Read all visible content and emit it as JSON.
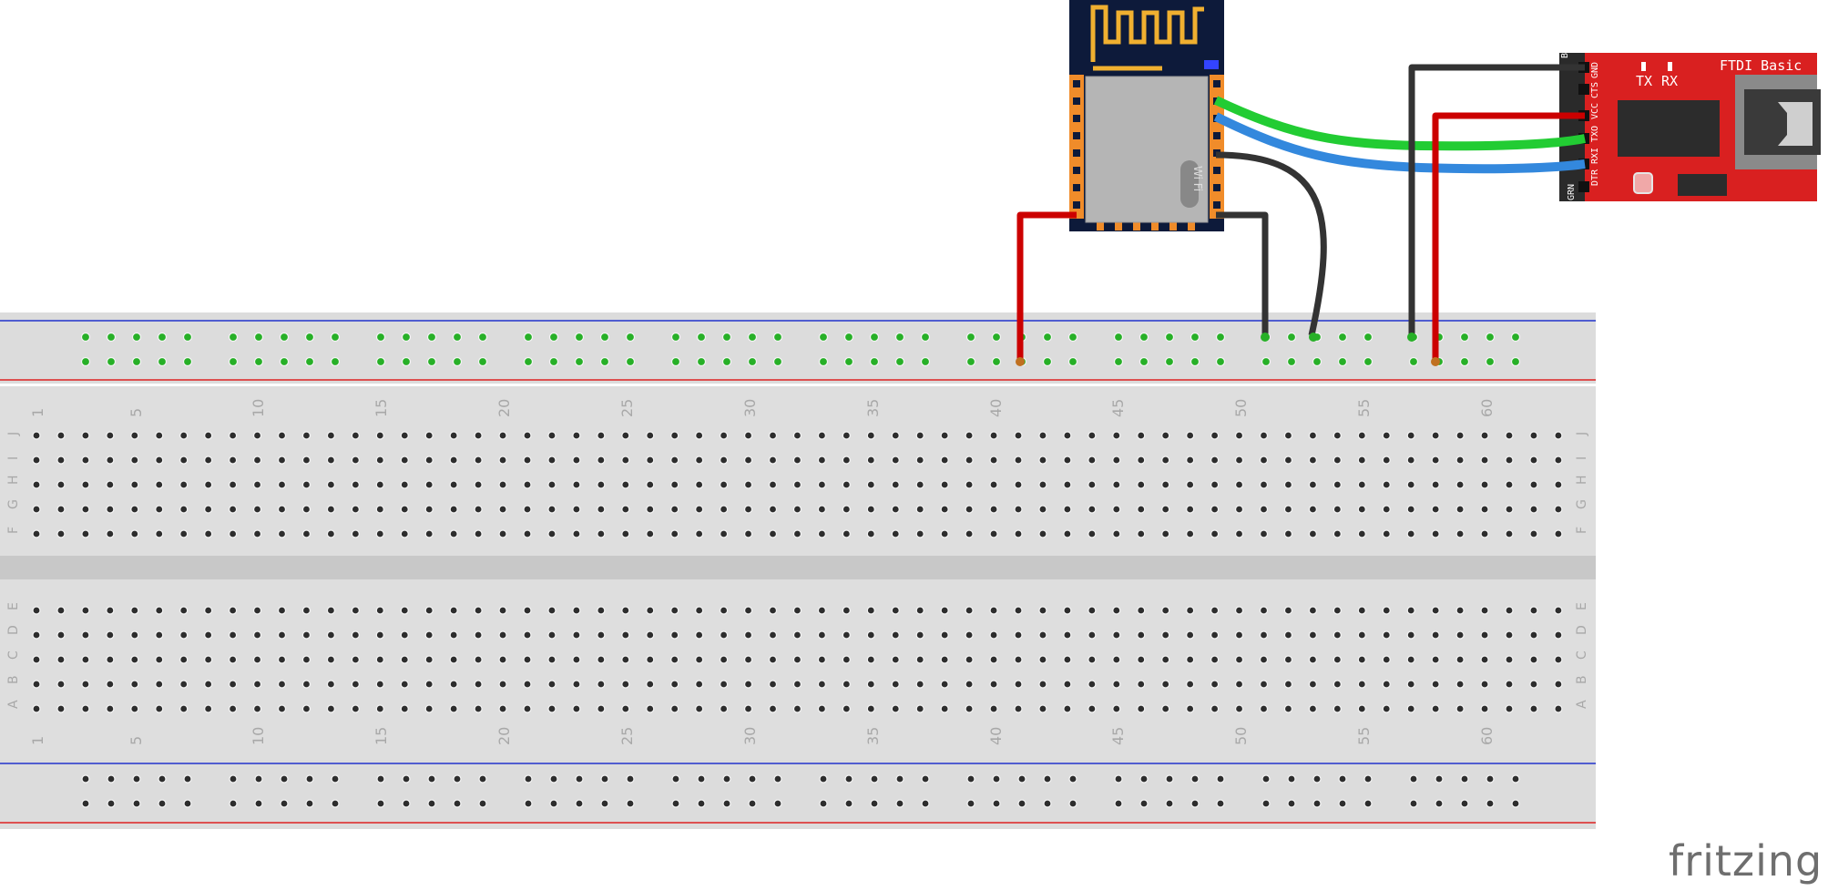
{
  "brand": "fritzing",
  "breadboard": {
    "column_numbers": [
      "1",
      "5",
      "10",
      "15",
      "20",
      "25",
      "30",
      "35",
      "40",
      "45",
      "50",
      "55",
      "60"
    ],
    "top_row_letters": [
      "J",
      "I",
      "H",
      "G",
      "F"
    ],
    "bottom_row_letters": [
      "E",
      "D",
      "C",
      "B",
      "A"
    ]
  },
  "esp_module": {
    "badge": "Wi Fi"
  },
  "ftdi": {
    "title": "FTDI Basic",
    "tx": "TX",
    "rx": "RX",
    "pins": [
      "GND",
      "CTS",
      "VCC",
      "TXO",
      "RXI",
      "DTR"
    ],
    "edge_labels": [
      "BL",
      "GRN"
    ]
  },
  "wires": [
    {
      "name": "wire-red-esp-vcc",
      "color": "#cc0000"
    },
    {
      "name": "wire-black-esp-gnd",
      "color": "#333333"
    },
    {
      "name": "wire-black-esp-curve",
      "color": "#333333"
    },
    {
      "name": "wire-green-esp-txo",
      "color": "#22cc33"
    },
    {
      "name": "wire-blue-esp-rxi",
      "color": "#3388dd"
    },
    {
      "name": "wire-black-ftdi-gnd",
      "color": "#333333"
    },
    {
      "name": "wire-red-ftdi-vcc",
      "color": "#cc0000"
    }
  ],
  "colors": {
    "breadboard": "#dcdcdc",
    "rail_blue": "#2233cc",
    "rail_red": "#dd2222",
    "esp_board": "#0d1a3a",
    "esp_antenna": "#f0b030",
    "esp_shield": "#b5b5b5",
    "ftdi_board": "#d92020",
    "hole_active": "#27b027"
  }
}
